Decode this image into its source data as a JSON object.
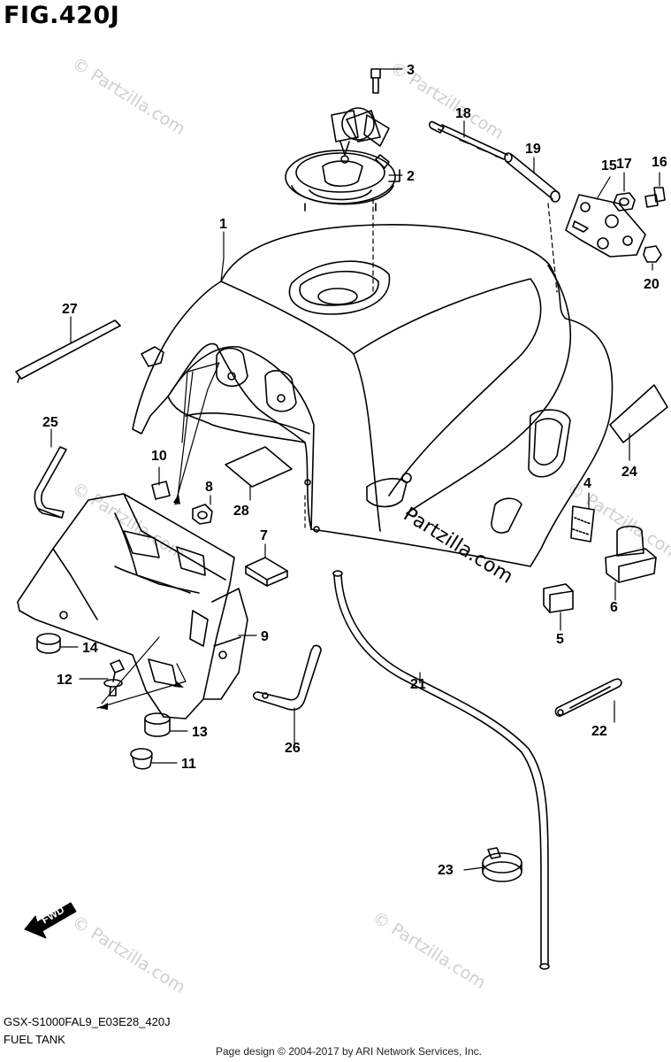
{
  "figure": {
    "title": "FIG.420J",
    "model_code": "GSX-S1000FAL9_E03E28_420J",
    "diagram_name": "FUEL TANK",
    "copyright": "Page design © 2004-2017 by ARI Network Services, Inc."
  },
  "watermark": {
    "text": "© Partzilla.com",
    "main_text": "Partzilla.com"
  },
  "direction_arrow": {
    "label": "FWD"
  },
  "callouts": [
    {
      "id": "1",
      "label": "1"
    },
    {
      "id": "2",
      "label": "2"
    },
    {
      "id": "3",
      "label": "3"
    },
    {
      "id": "4",
      "label": "4"
    },
    {
      "id": "5",
      "label": "5"
    },
    {
      "id": "6",
      "label": "6"
    },
    {
      "id": "7",
      "label": "7"
    },
    {
      "id": "8",
      "label": "8"
    },
    {
      "id": "9",
      "label": "9"
    },
    {
      "id": "10",
      "label": "10"
    },
    {
      "id": "11",
      "label": "11"
    },
    {
      "id": "12",
      "label": "12"
    },
    {
      "id": "13",
      "label": "13"
    },
    {
      "id": "14",
      "label": "14"
    },
    {
      "id": "15",
      "label": "15"
    },
    {
      "id": "16",
      "label": "16"
    },
    {
      "id": "17",
      "label": "17"
    },
    {
      "id": "18",
      "label": "18"
    },
    {
      "id": "19",
      "label": "19"
    },
    {
      "id": "20",
      "label": "20"
    },
    {
      "id": "21",
      "label": "21"
    },
    {
      "id": "22",
      "label": "22"
    },
    {
      "id": "23",
      "label": "23"
    },
    {
      "id": "24",
      "label": "24"
    },
    {
      "id": "25",
      "label": "25"
    },
    {
      "id": "26",
      "label": "26"
    },
    {
      "id": "27",
      "label": "27"
    },
    {
      "id": "28",
      "label": "28"
    }
  ]
}
